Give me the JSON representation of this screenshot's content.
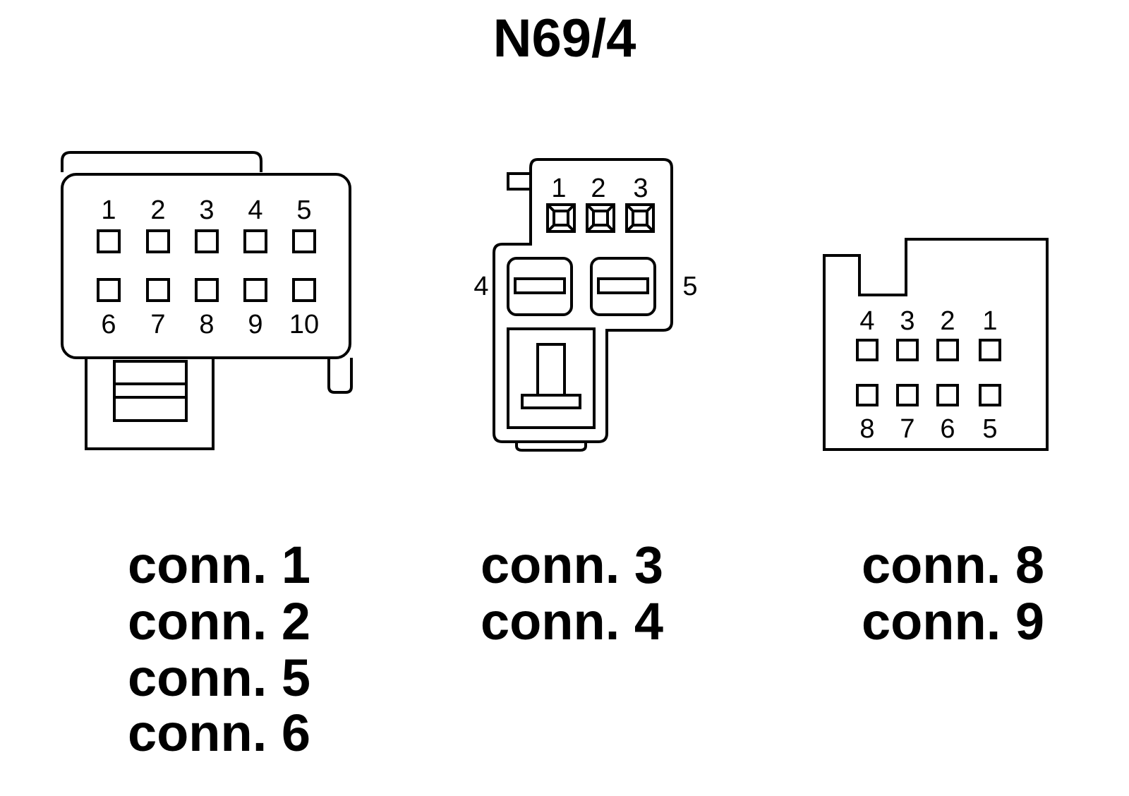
{
  "title": "N69/4",
  "connectors": [
    {
      "pins_top": [
        "1",
        "2",
        "3",
        "4",
        "5"
      ],
      "pins_bottom": [
        "6",
        "7",
        "8",
        "9",
        "10"
      ],
      "labels": [
        "conn. 1",
        "conn. 2",
        "conn. 5",
        "conn. 6"
      ]
    },
    {
      "pins_top": [
        "1",
        "2",
        "3"
      ],
      "pin_left": "4",
      "pin_right": "5",
      "labels": [
        "conn. 3",
        "conn. 4"
      ]
    },
    {
      "pins_top": [
        "4",
        "3",
        "2",
        "1"
      ],
      "pins_bottom": [
        "8",
        "7",
        "6",
        "5"
      ],
      "labels": [
        "conn. 8",
        "conn. 9"
      ]
    }
  ]
}
